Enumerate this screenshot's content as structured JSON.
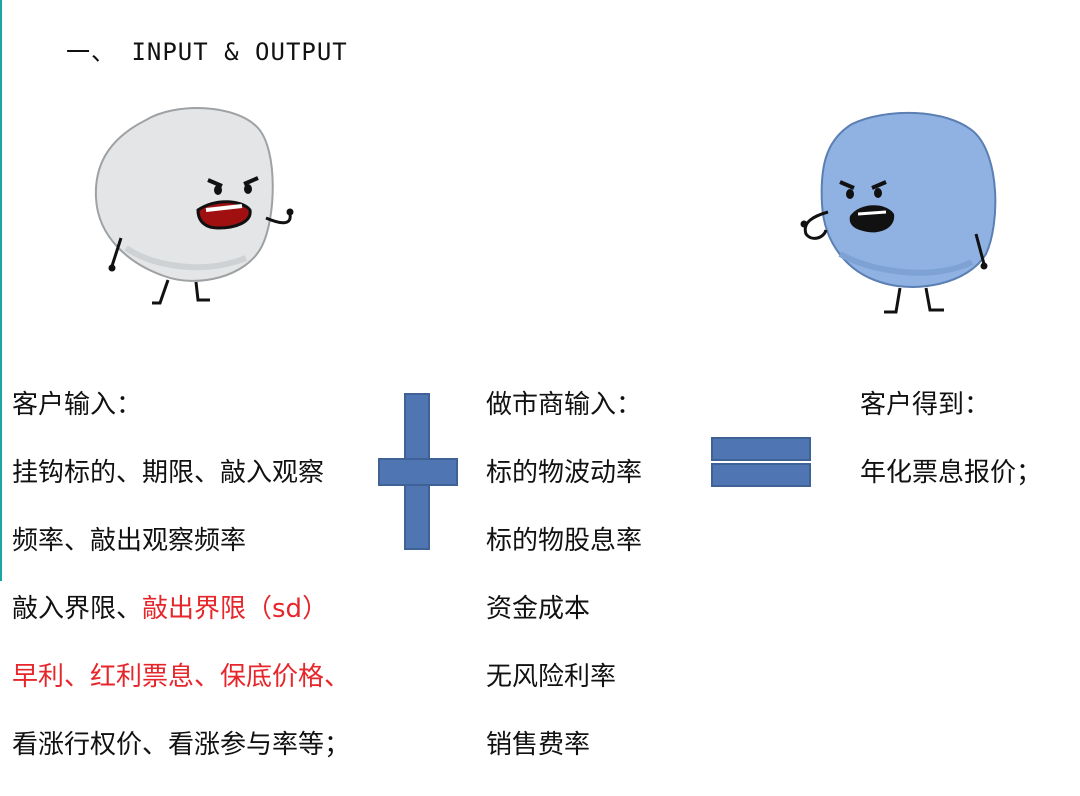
{
  "slide": {
    "title": "一、 INPUT & OUTPUT"
  },
  "characters": {
    "left": {
      "icon": "white-snowball-character-icon",
      "color": "#e4e6e7"
    },
    "right": {
      "icon": "blue-snowball-character-icon",
      "color": "#8fb2e3"
    }
  },
  "client_input": {
    "heading": "客户输入：",
    "line1": "挂钩标的、期限、敲入观察",
    "line2": "频率、敲出观察频率",
    "line3_black": "敲入界限、",
    "line3_red": "敲出界限（sd）",
    "line4_red": "早利、红利票息、保底价格、",
    "line5": "看涨行权价、看涨参与率等；"
  },
  "market_maker_input": {
    "heading": "做市商输入：",
    "items": [
      "标的物波动率",
      "标的物股息率",
      "资金成本",
      "无风险利率",
      "销售费率"
    ]
  },
  "client_output": {
    "heading": "客户得到：",
    "line1": "年化票息报价；"
  },
  "symbols": {
    "plus": "plus-icon",
    "equals": "equals-icon",
    "color": "#4f76b2"
  }
}
